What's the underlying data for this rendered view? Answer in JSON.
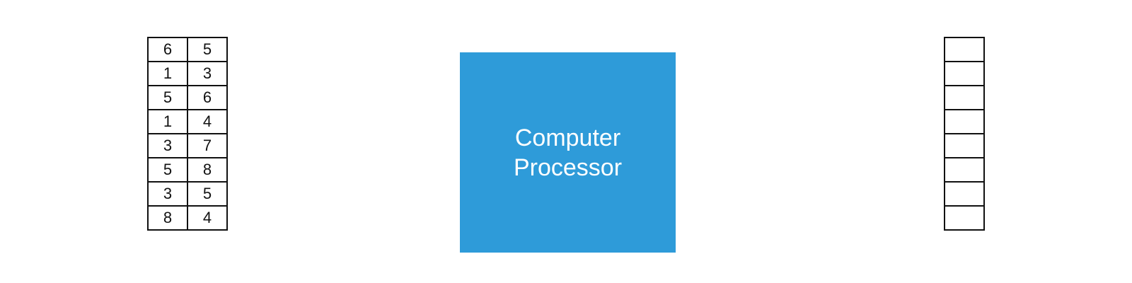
{
  "input_table": {
    "rows": [
      [
        "6",
        "5"
      ],
      [
        "1",
        "3"
      ],
      [
        "5",
        "6"
      ],
      [
        "1",
        "4"
      ],
      [
        "3",
        "7"
      ],
      [
        "5",
        "8"
      ],
      [
        "3",
        "5"
      ],
      [
        "8",
        "4"
      ]
    ]
  },
  "processor": {
    "line1": "Computer",
    "line2": "Processor",
    "color": "#2e9bd9"
  },
  "output_table": {
    "rows": [
      "",
      "",
      "",
      "",
      "",
      "",
      "",
      ""
    ]
  },
  "colors": {
    "border": "#111111",
    "background": "#ffffff",
    "processor_text": "#ffffff"
  }
}
